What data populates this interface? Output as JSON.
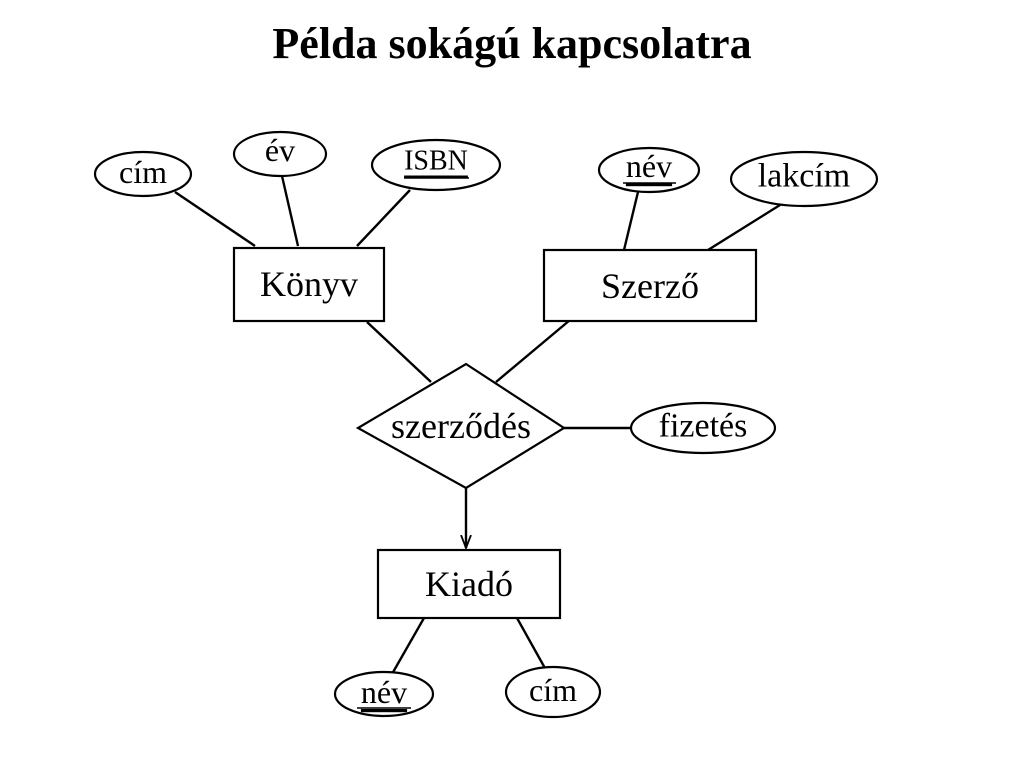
{
  "title": "Példa sokágú kapcsolatra",
  "entities": {
    "konyv": "Könyv",
    "szerzo": "Szerző",
    "kiado": "Kiadó"
  },
  "relationship": "szerződés",
  "attributes": {
    "konyv_cim": "cím",
    "konyv_ev": "év",
    "konyv_isbn": "ISBN",
    "szerzo_nev": "név",
    "szerzo_lakcim": "lakcím",
    "szerzodes_fizetes": "fizetés",
    "kiado_nev": "név",
    "kiado_cim": "cím"
  },
  "keys": [
    "konyv_isbn",
    "szerzo_nev",
    "kiado_nev"
  ]
}
